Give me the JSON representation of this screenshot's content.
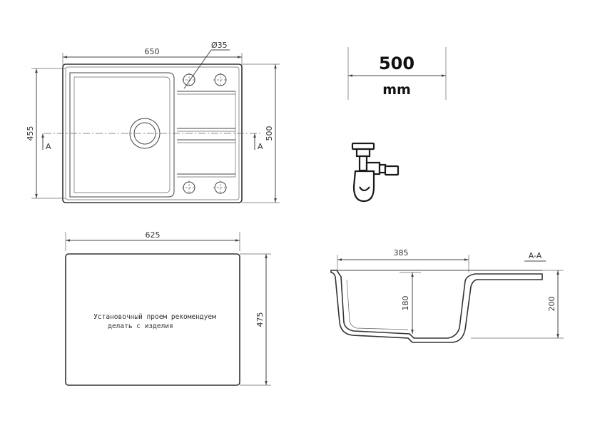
{
  "top_view": {
    "width_label": "650",
    "height_outer_label": "500",
    "height_inner_label": "455",
    "hole_label": "Ø35",
    "section_mark_left": "A",
    "section_mark_right": "A"
  },
  "scale": {
    "value": "500",
    "unit": "mm"
  },
  "cutout_view": {
    "width_label": "625",
    "height_label": "475",
    "note_line1": "Установочный проем рекомендуем",
    "note_line2": "делать с изделия"
  },
  "section_view": {
    "title": "A-A",
    "width_label": "385",
    "depth_label": "180",
    "total_height_label": "200"
  }
}
